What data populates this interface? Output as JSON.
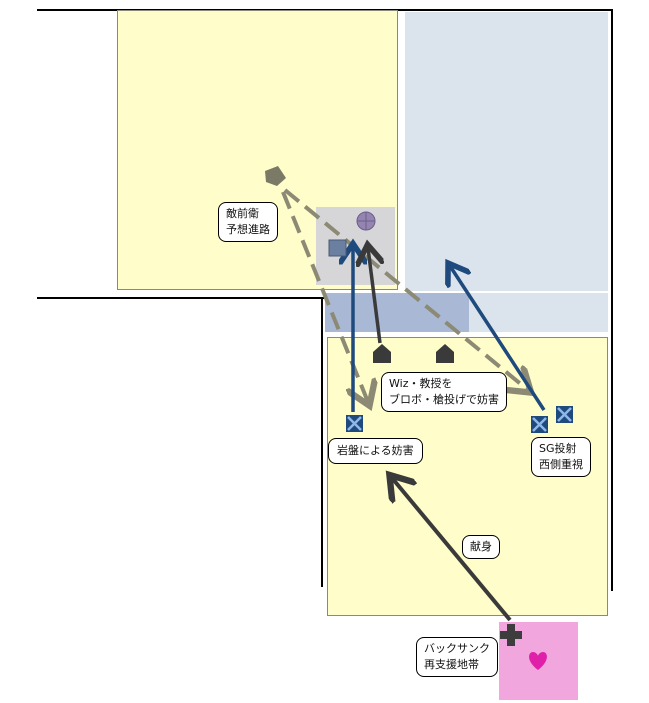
{
  "labels": {
    "enemy_path": "敵前衛\n予想進路",
    "wiz": "Wiz・教授を\nブロボ・槍投げで妨害",
    "rock": "岩盤による妨害",
    "sg": "SG投射\n西側重視",
    "sacrifice": "献身",
    "backsank": "バックサンク\n再支援地帯"
  },
  "colors": {
    "zone": "#fffdc9",
    "blue_zone": "#dbe3ec",
    "blue_band": "#a9b9d5",
    "pink_zone": "#f2a6de",
    "blue_arrow": "#1f4a7d",
    "dark_arrow": "#3a3a3a",
    "dashed_arrow": "#8c8a74"
  }
}
